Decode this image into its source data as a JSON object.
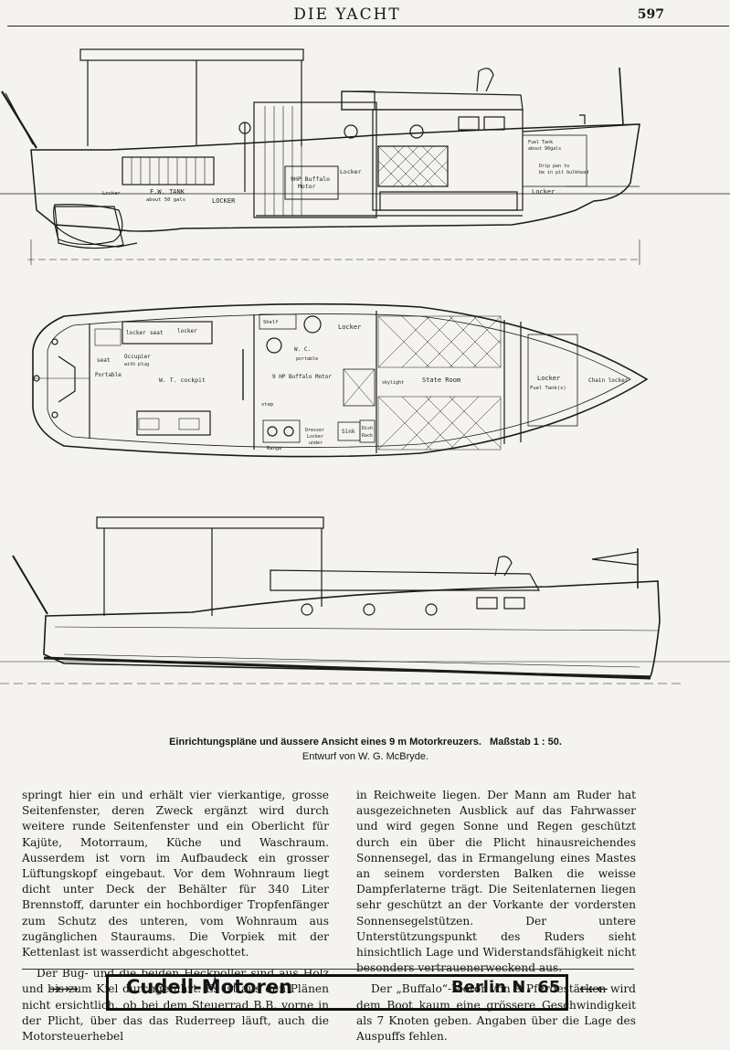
{
  "header": {
    "title": "DIE YACHT",
    "page_number": "597"
  },
  "plan_labels": {
    "profile": {
      "fw_tank": "F.W. TANK",
      "fw_tank_sub": "about 50 gals",
      "locker_aft": "LOCKER",
      "locker_mid": "Locker",
      "motor": "9HP Buffalo",
      "motor_sub": "Motor",
      "fuel_tank": "Fuel Tank",
      "fuel_tank_sub": "about 90gals",
      "drip_pan": "Drip pan to",
      "drip_pan_sub": "be in pit bulkhead",
      "locker_fwd": "Locker",
      "locker_small": "Locker"
    },
    "deck": {
      "locker_seat": "locker",
      "seat": "seat",
      "locker_right": "locker",
      "seat_vertical": "seat",
      "occupier": "Occupier",
      "occupier_sub": "with plug",
      "portable": "Portable",
      "wt_cockpit": "W. T. cockpit",
      "shelf": "Shelf",
      "wc": "W. C.",
      "portable_small": "portable",
      "locker_top": "Locker",
      "buffalo_motor": "9 HP Buffalo Motor",
      "state_room": "State Room",
      "skylight": "skylight",
      "step": "step",
      "range": "Range",
      "dresser_locker": "Dresser",
      "dresser_locker_sub": "Locker",
      "dresser_locker_sub2": "under",
      "sink": "Sink",
      "dish": "Dish",
      "dish_sub": "Rack",
      "locker_fwd": "Locker",
      "fuel_tank": "Fuel Tank(s)",
      "chain_locker": "Chain locker"
    }
  },
  "caption": {
    "main": "Einrichtungspläne und äussere Ansicht eines 9 m Motorkreuzers.",
    "scale": "Maßstab 1 : 50.",
    "credit": "Entwurf von W. G. McBryde."
  },
  "body": {
    "left_p1": "springt hier ein und erhält vier vierkantige, grosse Seitenfenster, deren Zweck ergänzt wird durch weitere runde Seitenfenster und ein Oberlicht für Kajüte, Motorraum, Küche und Waschraum. Ausserdem ist vorn im Aufbaudeck ein grosser Lüftungskopf eingebaut. Vor dem Wohnraum liegt dicht unter Deck der Behälter für 340 Liter Brennstoff, darunter ein hochbordiger Tropfenfänger zum Schutz des unteren, vom Wohnraum aus zugänglichen Stauraums. Die Vorpiek mit der Kettenlast ist wasserdicht abgeschottet.",
    "left_p2": "Der Bug- und die beiden Heckpoller sind aus Holz und bis zum Kiel durchgeführt. Es ist aus den Plänen nicht ersichtlich, ob bei dem Steuerrad B.B. vorne in der Plicht, über das das Ruderreep läuft, auch die Motorsteuerhebel",
    "right_p1": "in Reichweite liegen. Der Mann am Ruder hat ausgezeichneten Ausblick auf das Fahrwasser und wird gegen Sonne und Regen geschützt durch ein über die Plicht hinausreichendes Sonnensegel, das in Ermangelung eines Mastes an seinem vordersten Balken die weisse Dampferlaterne trägt. Die Seitenlaternen liegen sehr geschützt an der Vorkante der vordersten Sonnensegelstützen. Der untere Unterstützungspunkt des Ruders sieht hinsichtlich Lage und Widerstandsfähigkeit nicht besonders vertrauenerweckend aus.",
    "right_p2": "Der „Buffalo“-Motor von 9 Pferdestärken wird dem Boot kaum eine grössere Geschwindigkeit als 7 Knoten geben. Angaben über die Lage des Auspuffs fehlen."
  },
  "ad": {
    "arrow_left": "→→→",
    "company": "Cudell-Motoren",
    "city": "Berlin N. 65",
    "arrow_right": "←←←"
  },
  "colors": {
    "paper": "#f4f3ef",
    "ink": "#151515"
  }
}
